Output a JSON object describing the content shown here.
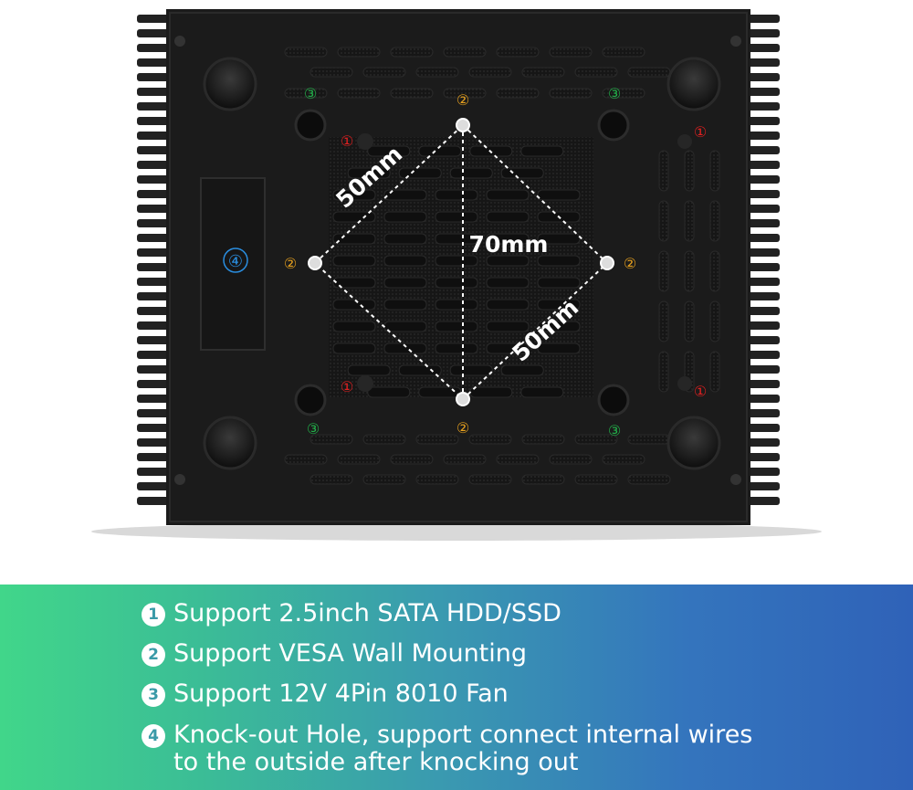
{
  "photo": {
    "measurements": {
      "diagonal_top_left": "50mm",
      "vertical": "70mm",
      "diagonal_bottom_right": "50mm"
    },
    "markers": {
      "hdd": "①",
      "vesa": "②",
      "fan": "③",
      "knockout": "④"
    },
    "colors": {
      "case": "#1a1a1a",
      "marker_hdd": "#e02020",
      "marker_vesa": "#e6a01e",
      "marker_fan": "#22b24a",
      "marker_knockout": "#2a8ee0"
    }
  },
  "banner": {
    "features": [
      {
        "num": "1",
        "text": "Support 2.5inch SATA HDD/SSD"
      },
      {
        "num": "2",
        "text": "Support VESA Wall Mounting"
      },
      {
        "num": "3",
        "text": "Support 12V 4Pin 8010 Fan"
      },
      {
        "num": "4",
        "text": "Knock-out Hole, support connect internal wires\nto the outside after knocking out"
      }
    ]
  }
}
